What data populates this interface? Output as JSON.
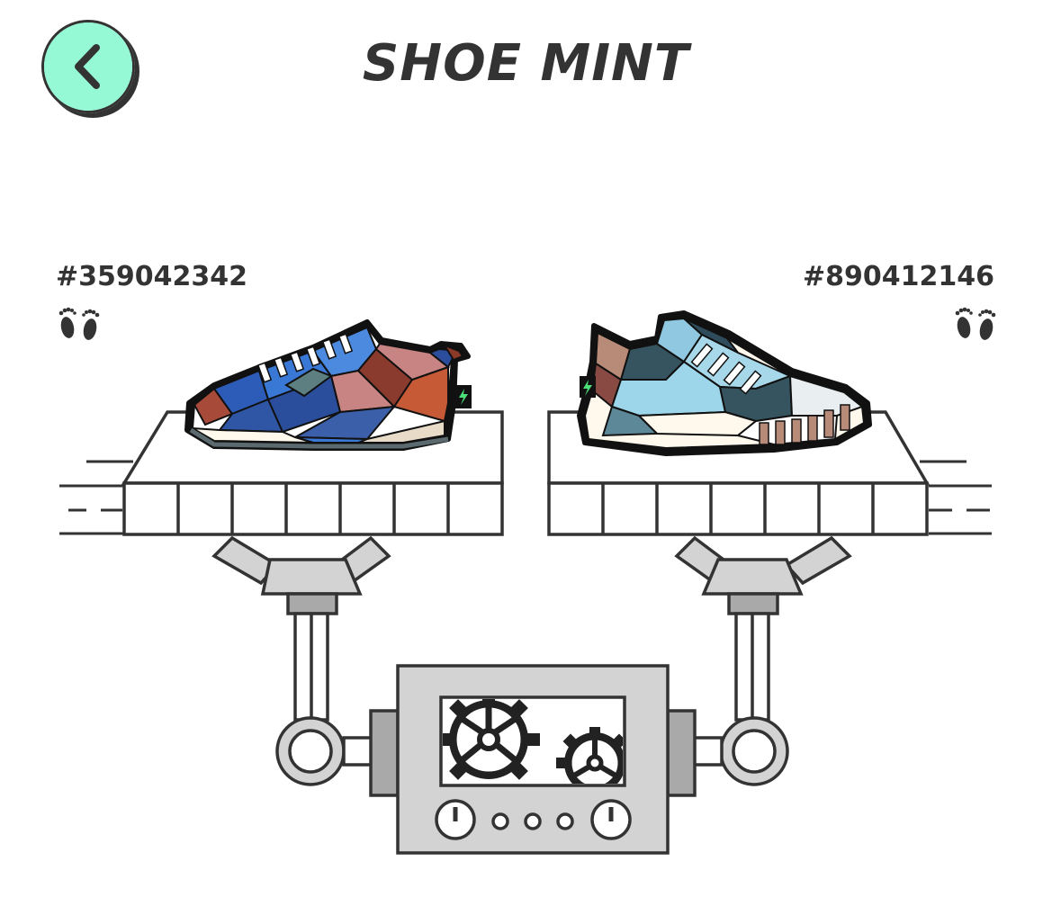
{
  "header": {
    "title": "SHOE MINT",
    "back_icon": "chevron-left-icon"
  },
  "colors": {
    "accent": "#94f9d4",
    "outline": "#333333",
    "machine_gray": "#d3d3d3",
    "machine_dark": "#a9a9a9"
  },
  "shoes": [
    {
      "id": "#359042342",
      "icon": "footprints-icon",
      "side": "left"
    },
    {
      "id": "#890412146",
      "icon": "footprints-icon",
      "side": "right"
    }
  ],
  "machine": {
    "icon": "gears-icon"
  }
}
